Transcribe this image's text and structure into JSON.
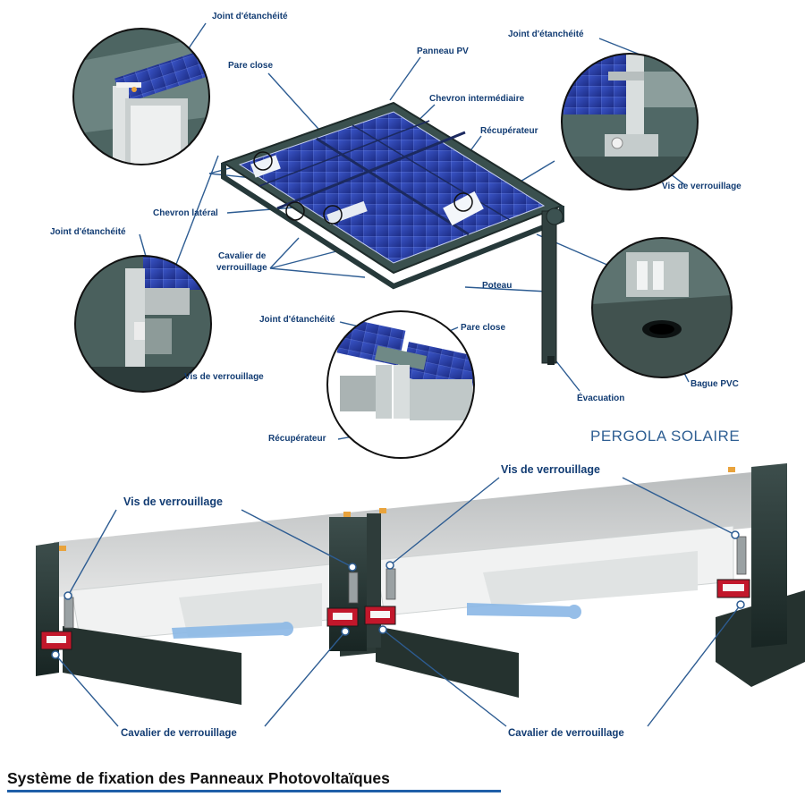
{
  "pergola": {
    "title": "PERGOLA SOLAIRE",
    "labels": {
      "joint_top_left": "Joint d'étanchéité",
      "joint_top_right": "Joint d'étanchéité",
      "joint_mid_left": "Joint d'étanchéité",
      "joint_center": "Joint d'étanchéité",
      "panneau_pv": "Panneau PV",
      "pare_close_top": "Pare close",
      "pare_close_center": "Pare close",
      "chevron_intermediaire": "Chevron intermédiaire",
      "recuperateur_top": "Récupérateur",
      "recuperateur_bottom": "Récupérateur",
      "chevron_lateral": "Chevron latéral",
      "cavalier_line1": "Cavalier de",
      "cavalier_line2": "verrouillage",
      "vis_right": "Vis de verrouillage",
      "vis_left": "Vis de verrouillage",
      "poteau": "Poteau",
      "evacuation": "Évacuation",
      "bague_pvc": "Bague PVC"
    }
  },
  "fixation": {
    "vis_left": "Vis de verrouillage",
    "vis_right": "Vis de verrouillage",
    "cavalier_left": "Cavalier de verrouillage",
    "cavalier_right": "Cavalier de verrouillage"
  },
  "caption": "Système de fixation des Panneaux Photovoltaïques",
  "colors": {
    "label_blue": "#123c73",
    "leader_line": "#2d5c92",
    "pv_panel": "#2a3fa8",
    "frame": "#2e4a48",
    "underline": "#1f5fa8"
  }
}
